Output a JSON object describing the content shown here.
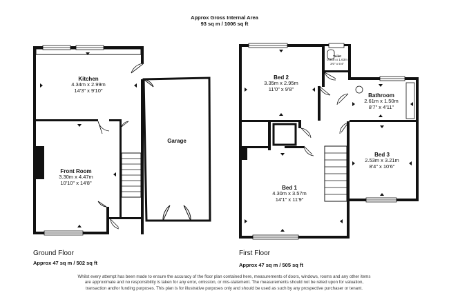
{
  "header": {
    "line1": "Approx Gross Internal Area",
    "line2": "93 sq m / 1006 sq ft"
  },
  "ground_floor": {
    "title": "Ground Floor",
    "area": "Approx 47 sq m / 502 sq ft",
    "rooms": {
      "kitchen": {
        "name": "Kitchen",
        "metric": "4.34m x 2.99m",
        "imperial": "14'3\" x 9'10\""
      },
      "front_room": {
        "name": "Front Room",
        "metric": "3.30m x 4.47m",
        "imperial": "10'10\" x 14'8\""
      },
      "garage": {
        "name": "Garage"
      }
    }
  },
  "first_floor": {
    "title": "First Floor",
    "area": "Approx 47 sq m / 505 sq ft",
    "rooms": {
      "bed2": {
        "name": "Bed 2",
        "metric": "3.35m x 2.95m",
        "imperial": "11'0\" x 9'8\""
      },
      "toilet": {
        "name": "Toilet",
        "metric": "0.91m x 1.63m",
        "imperial": "3'0\" x 5'4\""
      },
      "bathroom": {
        "name": "Bathroom",
        "metric": "2.61m x 1.50m",
        "imperial": "8'7\" x 4'11\""
      },
      "bed3": {
        "name": "Bed 3",
        "metric": "2.53m x 3.21m",
        "imperial": "8'4\" x 10'6\""
      },
      "bed1": {
        "name": "Bed 1",
        "metric": "4.30m x 3.57m",
        "imperial": "14'1\" x 11'9\""
      }
    }
  },
  "disclaimer": "Whilst every attempt has been made to ensure the accuracy of the floor plan contained here, measurements of doors, windows, rooms and any other items are approximate and no responsibility is taken for any error, omission, or mis-statement. The measurements should not be relied upon for valuation, transaction and/or funding purposes. This plan is for illustrative purposes only and should be used as such by any prospective purchaser or tenant.",
  "colors": {
    "wall": "#111111",
    "background": "#ffffff",
    "window": "#ffffff"
  }
}
